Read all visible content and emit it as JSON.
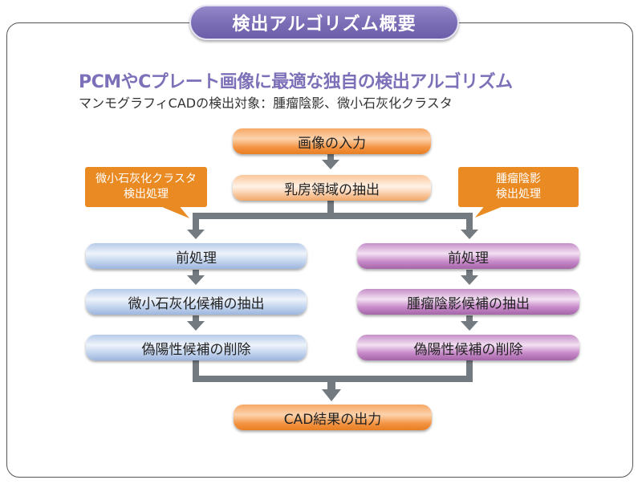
{
  "title": "検出アルゴリズム概要",
  "headline": "PCMやCプレート画像に最適な独自の検出アルゴリズム",
  "subline": "マンモグラフィCADの検出対象：腫瘤陰影、微小石灰化クラスタ",
  "colors": {
    "title_pill": "#7a6cb5",
    "headline": "#7d70b8",
    "orange": "#f39240",
    "callout": "#ea8a22",
    "blue": "#c3d4ee",
    "purple": "#c98ccb",
    "arrow": "#747b80"
  },
  "flow": {
    "input": "画像の入力",
    "breast_region": "乳房領域の抽出",
    "output": "CAD結果の出力"
  },
  "left_branch": {
    "callout": [
      "微小石灰化クラスタ",
      "検出処理"
    ],
    "steps": [
      "前処理",
      "微小石灰化候補の抽出",
      "偽陽性候補の削除"
    ]
  },
  "right_branch": {
    "callout": [
      "腫瘤陰影",
      "検出処理"
    ],
    "steps": [
      "前処理",
      "腫瘤陰影候補の抽出",
      "偽陽性候補の削除"
    ]
  }
}
